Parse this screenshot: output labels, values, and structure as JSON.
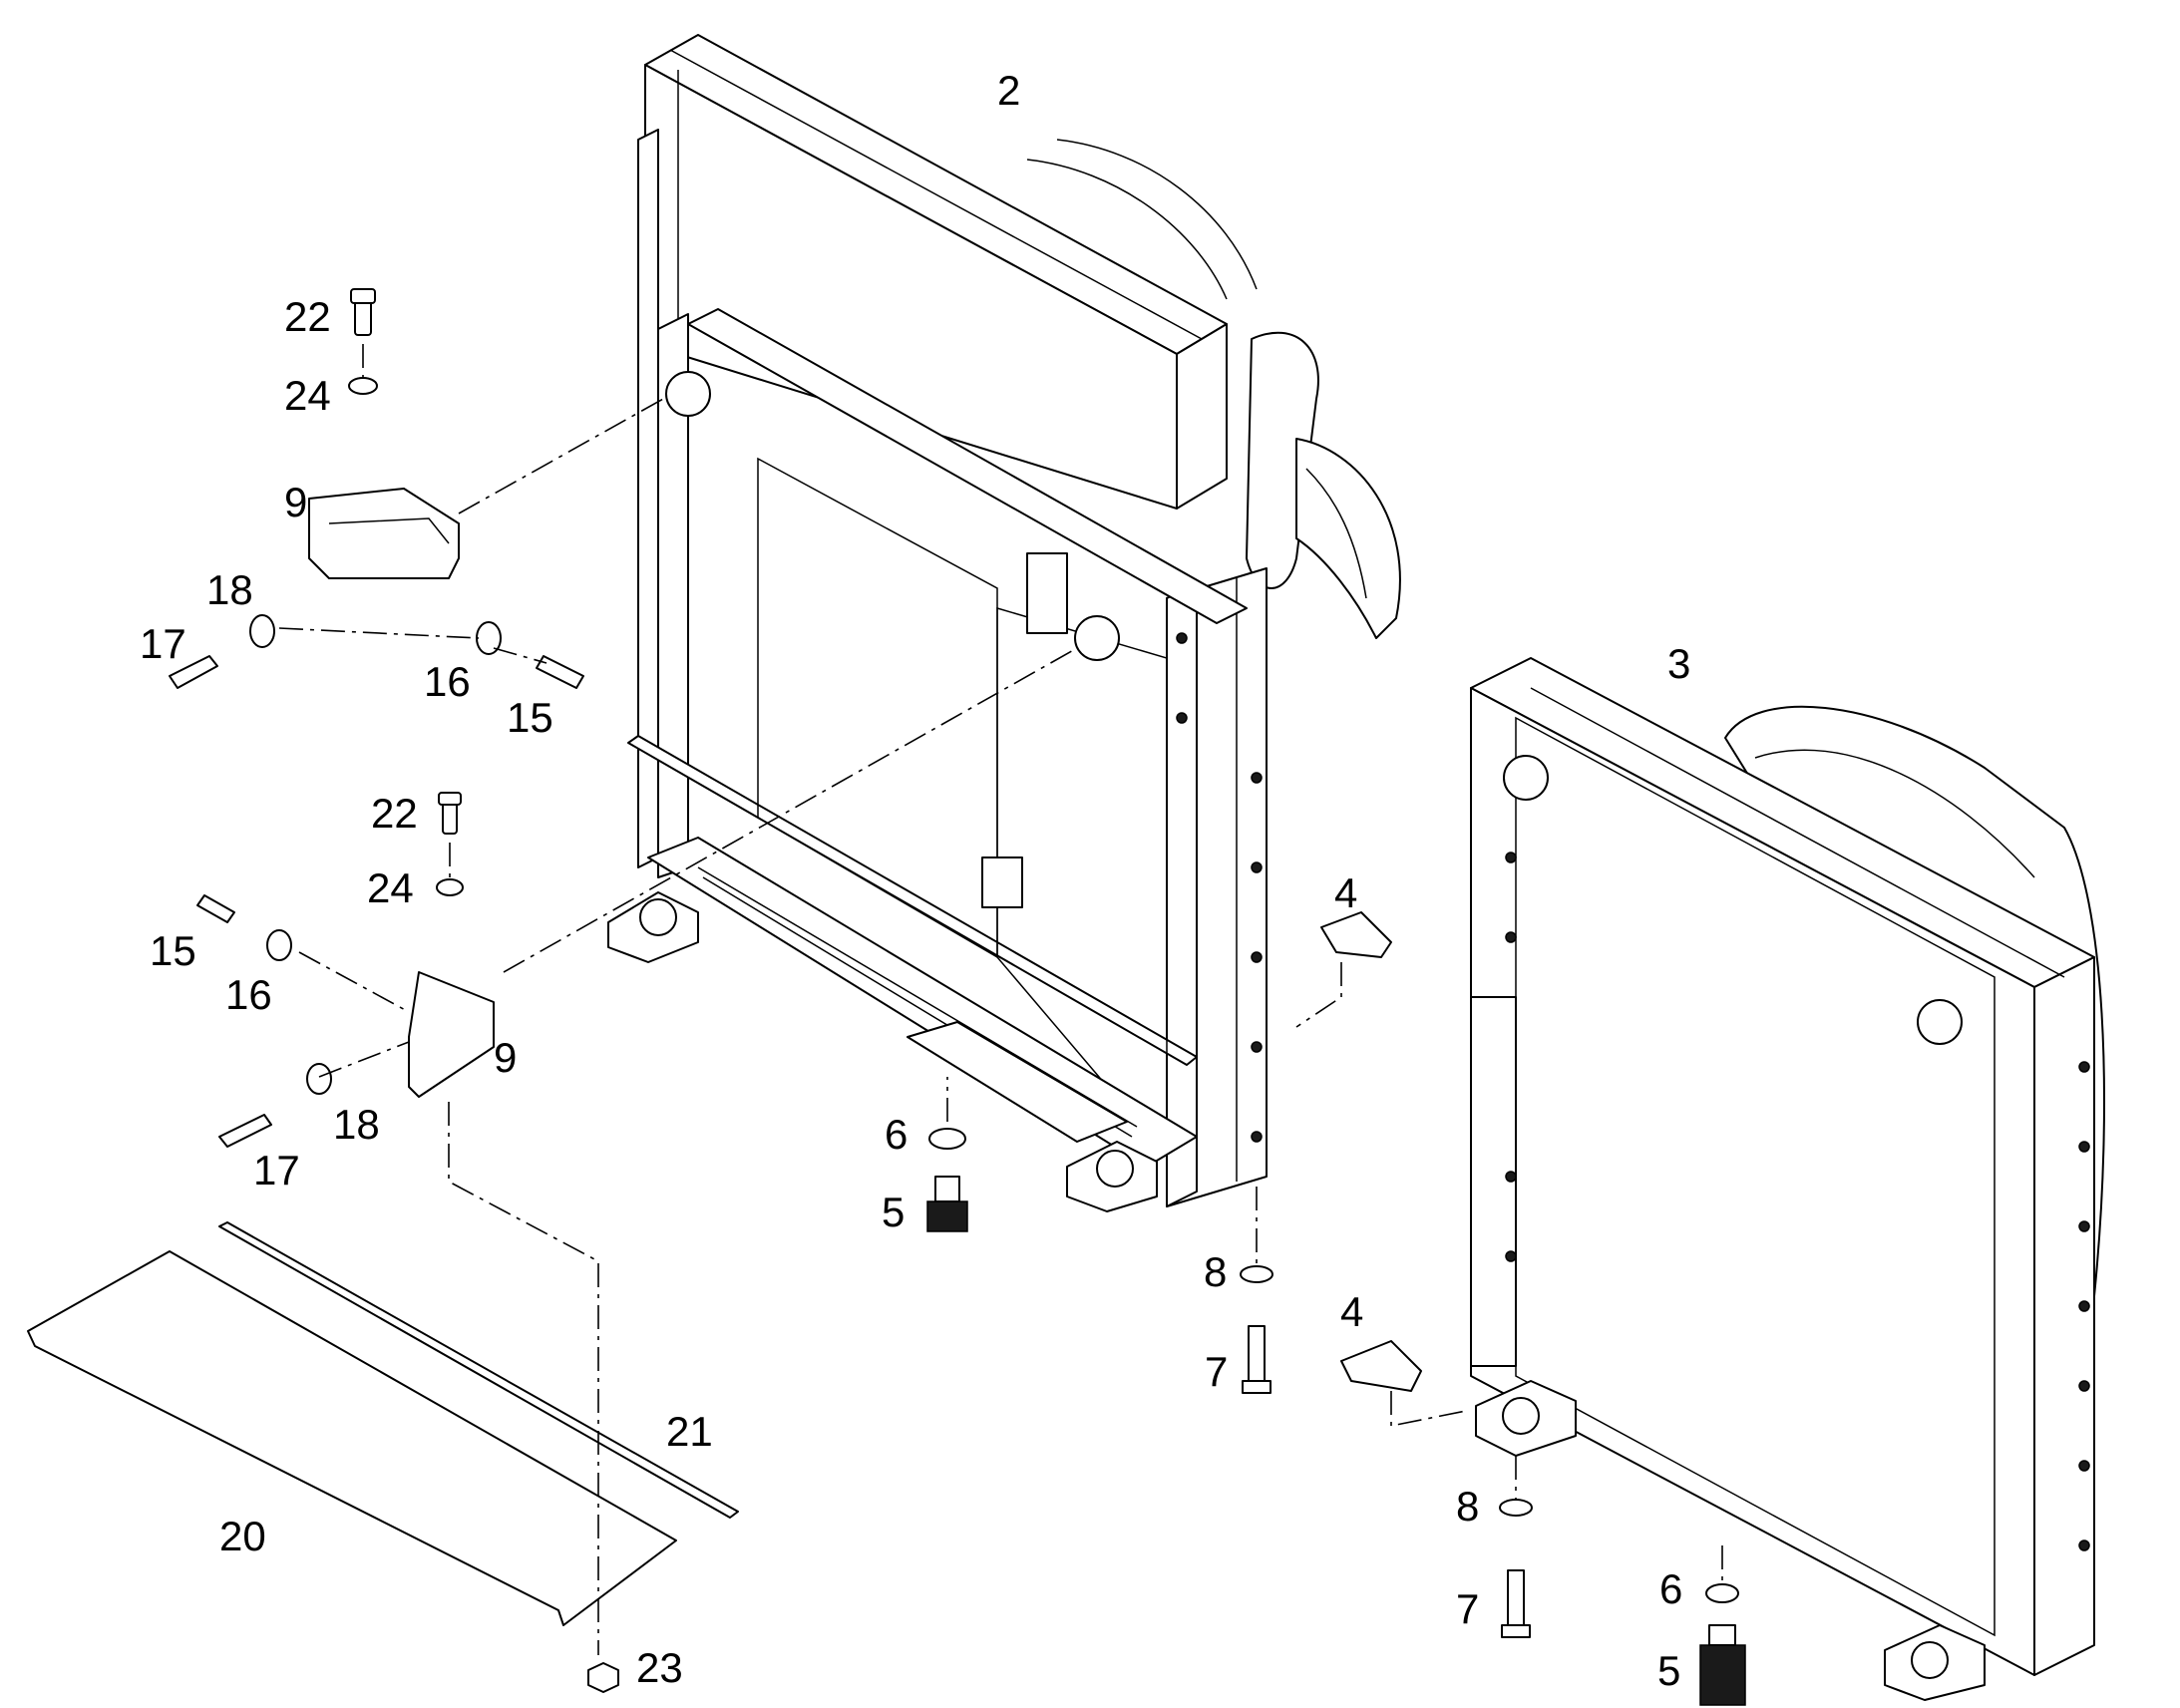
{
  "callouts": [
    {
      "id": "c2",
      "text": "2"
    },
    {
      "id": "c3",
      "text": "3"
    },
    {
      "id": "c22a",
      "text": "22"
    },
    {
      "id": "c24a",
      "text": "24"
    },
    {
      "id": "c9a",
      "text": "9"
    },
    {
      "id": "c18a",
      "text": "18"
    },
    {
      "id": "c17a",
      "text": "17"
    },
    {
      "id": "c16a",
      "text": "16"
    },
    {
      "id": "c15a",
      "text": "15"
    },
    {
      "id": "c22b",
      "text": "22"
    },
    {
      "id": "c24b",
      "text": "24"
    },
    {
      "id": "c15b",
      "text": "15"
    },
    {
      "id": "c16b",
      "text": "16"
    },
    {
      "id": "c9b",
      "text": "9"
    },
    {
      "id": "c18b",
      "text": "18"
    },
    {
      "id": "c17b",
      "text": "17"
    },
    {
      "id": "c4a",
      "text": "4"
    },
    {
      "id": "c6a",
      "text": "6"
    },
    {
      "id": "c5a",
      "text": "5"
    },
    {
      "id": "c8a",
      "text": "8"
    },
    {
      "id": "c7a",
      "text": "7"
    },
    {
      "id": "c4b",
      "text": "4"
    },
    {
      "id": "c21",
      "text": "21"
    },
    {
      "id": "c20",
      "text": "20"
    },
    {
      "id": "c23",
      "text": "23"
    },
    {
      "id": "c8b",
      "text": "8"
    },
    {
      "id": "c7b",
      "text": "7"
    },
    {
      "id": "c6b",
      "text": "6"
    },
    {
      "id": "c5b",
      "text": "5"
    }
  ]
}
